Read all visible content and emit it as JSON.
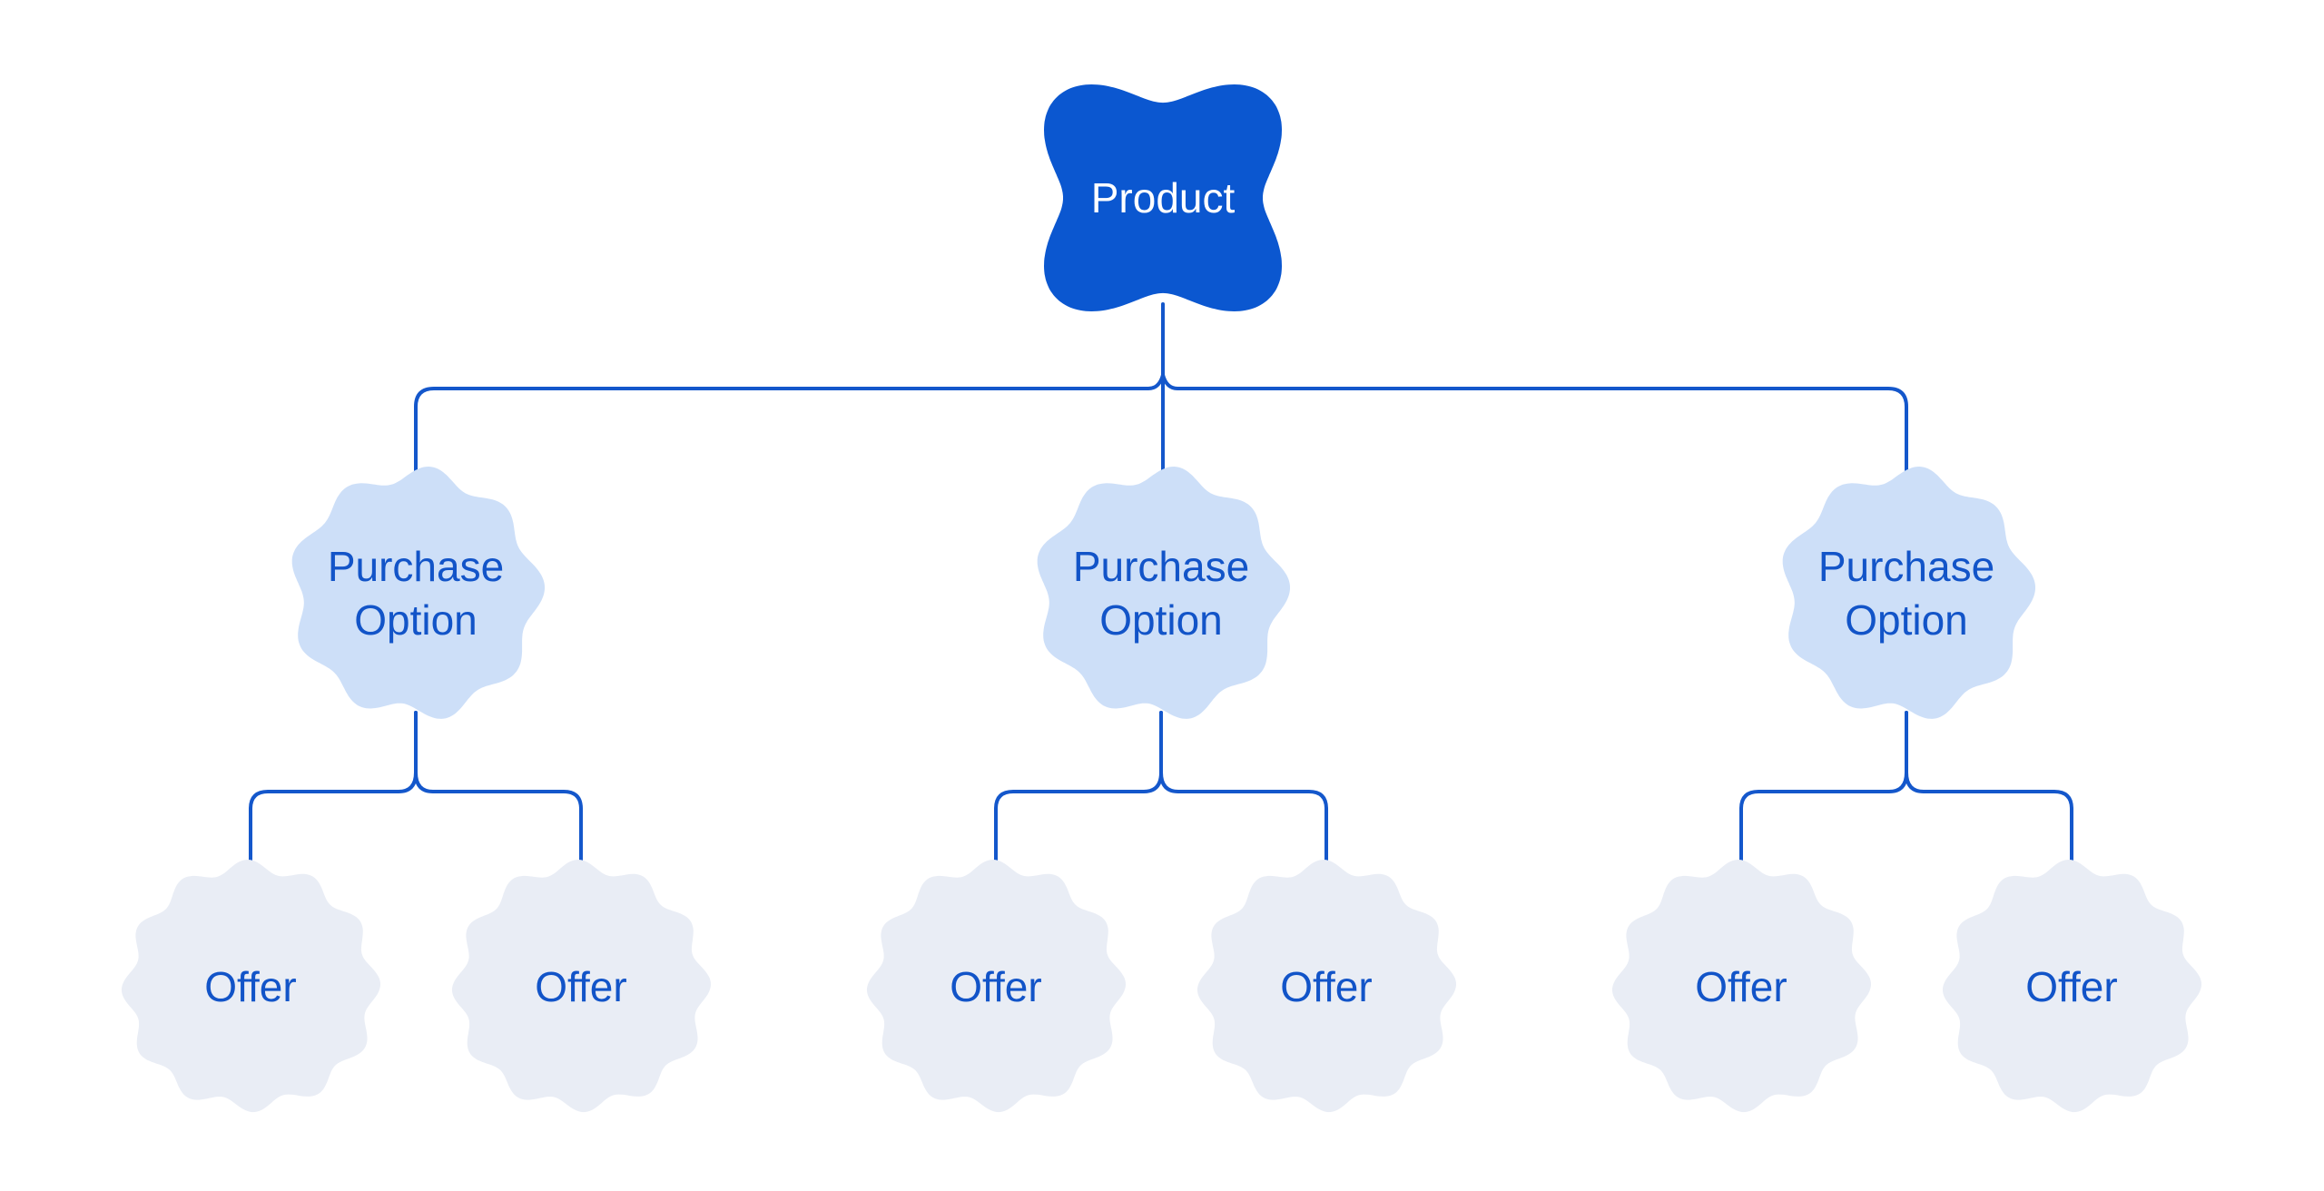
{
  "colors": {
    "background": "#ffffff",
    "connector": "#1457CB",
    "product_fill": "#0B57D0",
    "product_text": "#ffffff",
    "purchase_fill": "#CDDFF8",
    "offer_fill": "#E9EDF5",
    "label_text": "#1254C8"
  },
  "tree": {
    "label": "Product",
    "children": [
      {
        "label": "Purchase Option",
        "children": [
          {
            "label": "Offer"
          },
          {
            "label": "Offer"
          }
        ]
      },
      {
        "label": "Purchase Option",
        "children": [
          {
            "label": "Offer"
          },
          {
            "label": "Offer"
          }
        ]
      },
      {
        "label": "Purchase Option",
        "children": [
          {
            "label": "Offer"
          },
          {
            "label": "Offer"
          }
        ]
      }
    ]
  }
}
